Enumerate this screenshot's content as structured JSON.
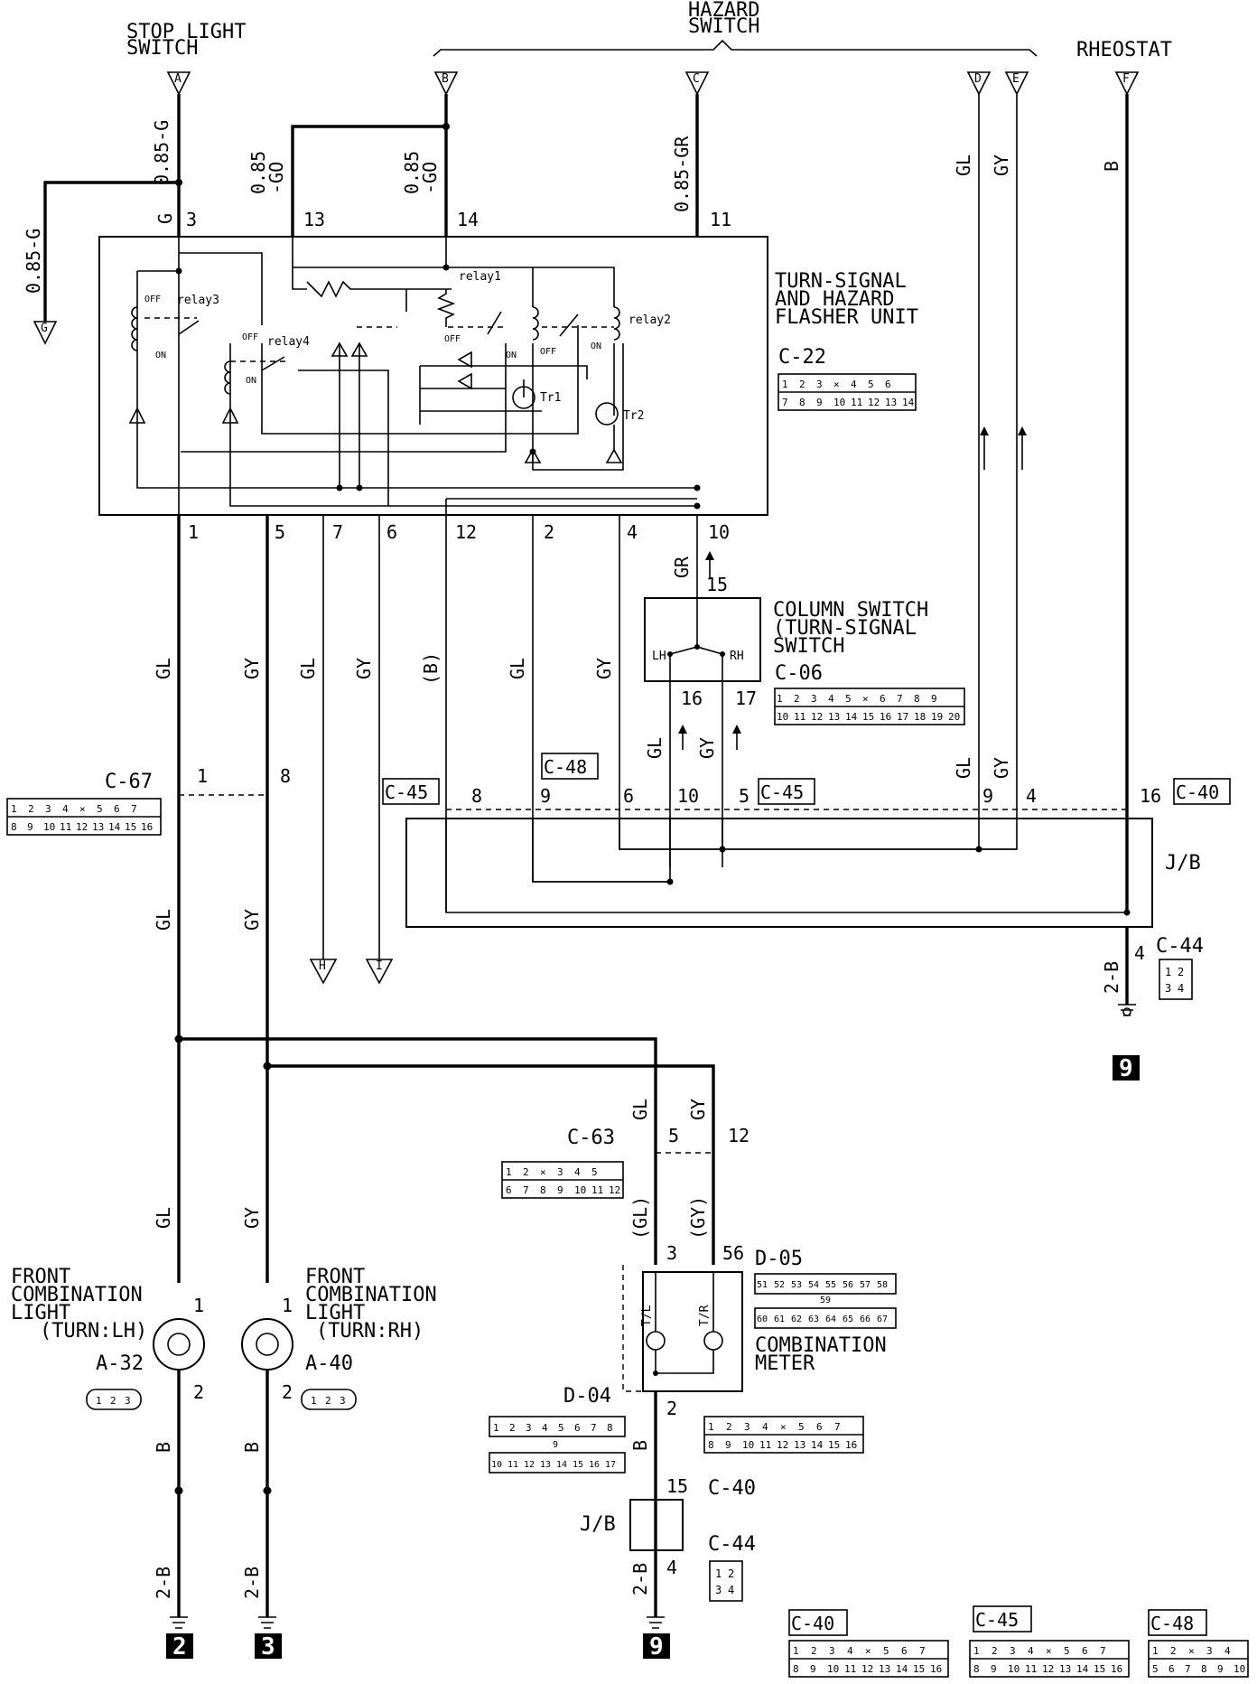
{
  "components": {
    "stop_light_switch": "STOP LIGHT\nSWITCH",
    "hazard_switch": "HAZARD\nSWITCH",
    "rheostat": "RHEOSTAT",
    "flasher_unit": "TURN-SIGNAL\nAND HAZARD\nFLASHER UNIT",
    "column_switch": "COLUMN SWITCH\n(TURN-SIGNAL\nSWITCH",
    "front_light_lh": "FRONT\nCOMBINATION\nLIGHT\n(TURN:LH)",
    "front_light_rh": "FRONT\nCOMBINATION\nLIGHT\n(TURN:RH)",
    "combination_meter": "COMBINATION\nMETER",
    "junction_block": "J/B"
  },
  "connectors": {
    "c22": "C-22",
    "c06": "C-06",
    "c67": "C-67",
    "c63": "C-63",
    "c40": "C-40",
    "c44": "C-44",
    "c45": "C-45",
    "c48": "C-48",
    "a32": "A-32",
    "a40": "A-40",
    "d05": "D-05",
    "d04": "D-04"
  },
  "terminals": {
    "A": "A",
    "B": "B",
    "C": "C",
    "D": "D",
    "E": "E",
    "F": "F",
    "G": "G",
    "H": "H",
    "I": "I"
  },
  "wire_labels": {
    "w085g": "0.85-G",
    "w085go": "0.85\n-GO",
    "w085gr": "0.85-GR",
    "GL": "GL",
    "GY": "GY",
    "B": "B",
    "G": "G",
    "GR": "GR",
    "Bp": "(B)",
    "GLp": "(GL)",
    "GYp": "(GY)",
    "w2b": "2-B"
  },
  "relays": {
    "relay1": "relay1",
    "relay2": "relay2",
    "relay3": "relay3",
    "relay4": "relay4",
    "off": "OFF",
    "on": "ON",
    "tr1": "Tr1",
    "tr2": "Tr2"
  },
  "pins": {
    "p1": "1",
    "p2": "2",
    "p3": "3",
    "p4": "4",
    "p5": "5",
    "p6": "6",
    "p7": "7",
    "p8": "8",
    "p9": "9",
    "p10": "10",
    "p11": "11",
    "p12": "12",
    "p13": "13",
    "p14": "14",
    "p15": "15",
    "p16": "16",
    "p17": "17",
    "p56": "56"
  },
  "switch_labels": {
    "lh": "LH",
    "rh": "RH",
    "tl": "T/L",
    "tr": "T/R"
  },
  "grounds": {
    "g2": "2",
    "g3": "3",
    "g9": "9"
  },
  "connector_pins": {
    "c22_top": [
      "1",
      "2",
      "3",
      "",
      "4",
      "5",
      "6"
    ],
    "c22_bot": [
      "7",
      "8",
      "9",
      "10",
      "11",
      "12",
      "13",
      "14"
    ],
    "c06_top": [
      "1",
      "2",
      "3",
      "4",
      "5",
      "",
      "6",
      "7",
      "8",
      "9"
    ],
    "c06_bot": [
      "10",
      "11",
      "12",
      "13",
      "14",
      "15",
      "16",
      "17",
      "18",
      "19",
      "20"
    ],
    "c67_top": [
      "1",
      "2",
      "3",
      "4",
      "",
      "5",
      "6",
      "7"
    ],
    "c67_bot": [
      "8",
      "9",
      "10",
      "11",
      "12",
      "13",
      "14",
      "15",
      "16"
    ],
    "c63_top": [
      "1",
      "2",
      "",
      "3",
      "4",
      "5"
    ],
    "c63_bot": [
      "6",
      "7",
      "8",
      "9",
      "10",
      "11",
      "12"
    ],
    "c40_top": [
      "1",
      "2",
      "3",
      "4",
      "",
      "5",
      "6",
      "7"
    ],
    "c40_bot": [
      "8",
      "9",
      "10",
      "11",
      "12",
      "13",
      "14",
      "15",
      "16"
    ],
    "c44": [
      "1",
      "2",
      "3",
      "4"
    ],
    "a_conn": [
      "1",
      "2",
      "3"
    ],
    "d05_top": [
      "51",
      "52",
      "53",
      "54",
      "55",
      "56",
      "57",
      "58"
    ],
    "d05_mid": "59",
    "d05_bot": [
      "60",
      "61",
      "62",
      "63",
      "64",
      "65",
      "66",
      "67"
    ],
    "d04_top": [
      "1",
      "2",
      "3",
      "4",
      "5",
      "6",
      "7",
      "8"
    ],
    "d04_mid": "9",
    "d04_bot": [
      "10",
      "11",
      "12",
      "13",
      "14",
      "15",
      "16",
      "17"
    ],
    "c45_top": [
      "1",
      "2",
      "3",
      "4",
      "",
      "5",
      "6",
      "7"
    ],
    "c45_bot": [
      "8",
      "9",
      "10",
      "11",
      "12",
      "13",
      "14",
      "15",
      "16"
    ],
    "c48_top": [
      "1",
      "2",
      "",
      "3",
      "4"
    ],
    "c48_bot": [
      "5",
      "6",
      "7",
      "8",
      "9",
      "10"
    ]
  }
}
